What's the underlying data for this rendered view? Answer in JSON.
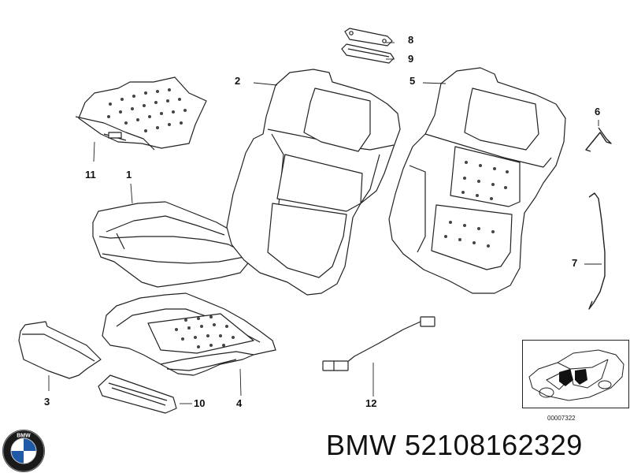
{
  "callouts": {
    "c1": "1",
    "c2": "2",
    "c3": "3",
    "c4": "4",
    "c5": "5",
    "c6": "6",
    "c7": "7",
    "c8": "8",
    "c9": "9",
    "c10": "10",
    "c11": "11",
    "c12": "12"
  },
  "inset": {
    "code": "00007322"
  },
  "brand": {
    "name": "BMW",
    "part_number": "52108162329",
    "logo_text": "BMW"
  },
  "colors": {
    "line": "#222222",
    "fill": "#ffffff",
    "dot": "#444444"
  }
}
